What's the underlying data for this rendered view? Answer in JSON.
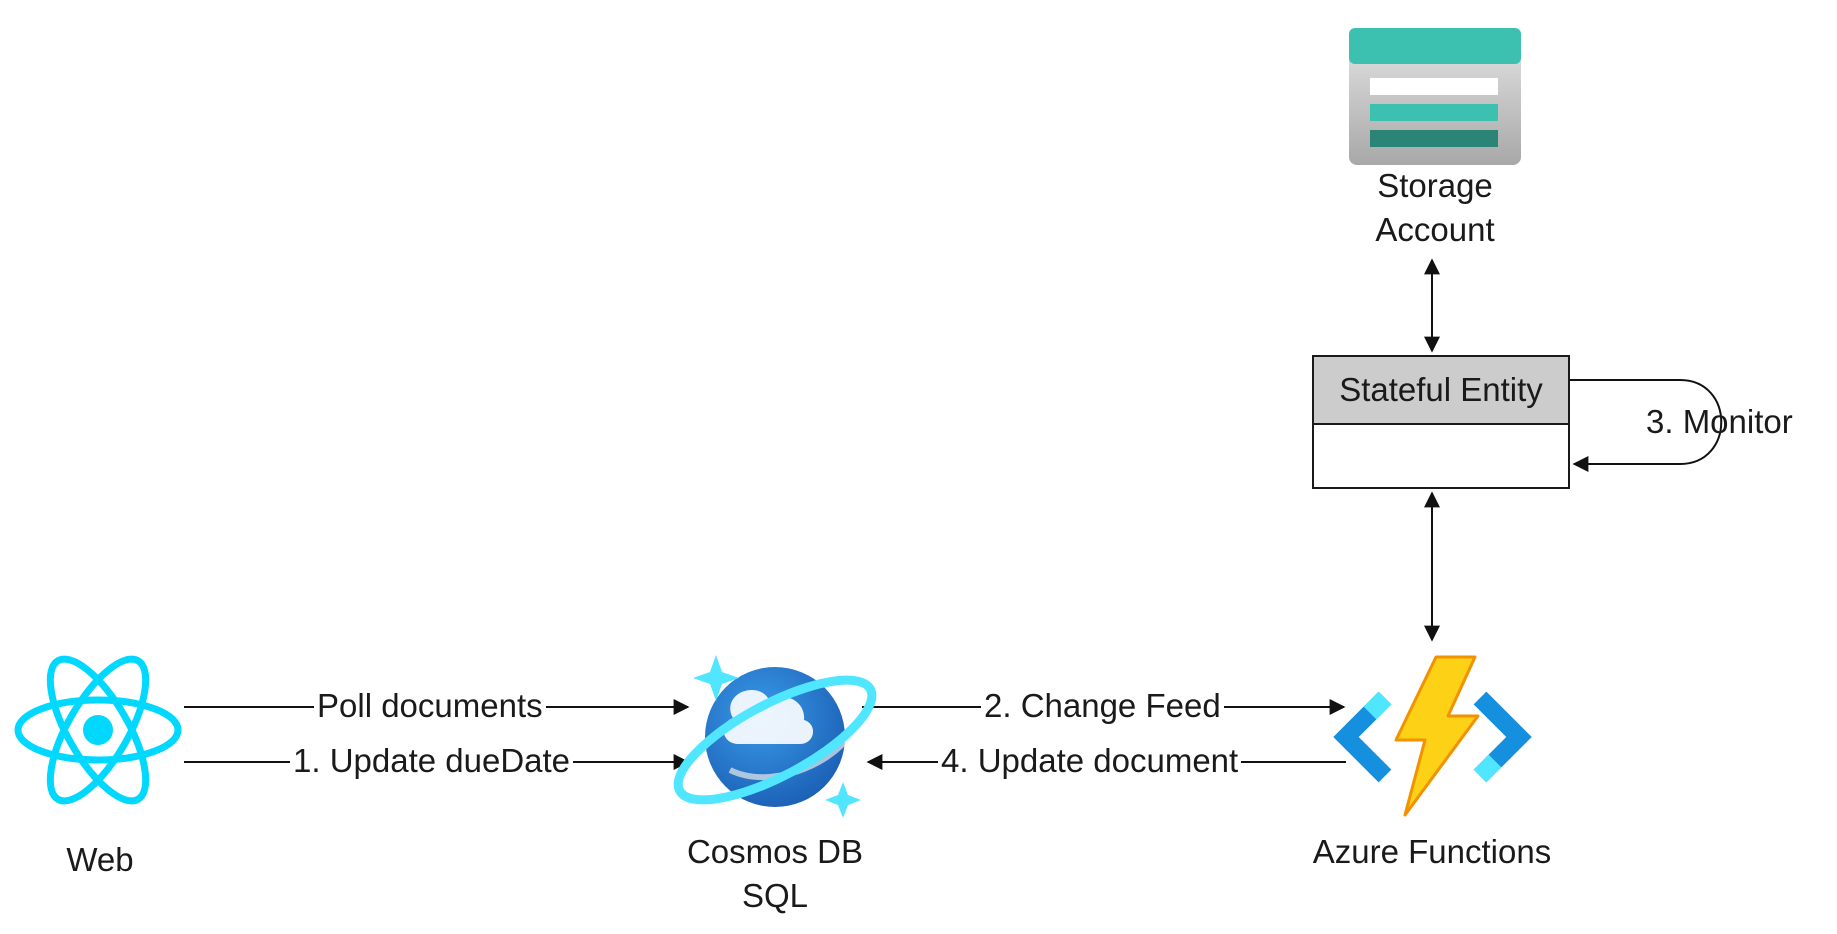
{
  "nodes": {
    "storage": {
      "label_line1": "Storage",
      "label_line2": "Account",
      "icon": "storage-account-icon"
    },
    "entity": {
      "label": "Stateful Entity"
    },
    "web": {
      "label": "Web",
      "icon": "react-atom-icon"
    },
    "cosmos": {
      "label_line1": "Cosmos DB",
      "label_line2": "SQL",
      "icon": "cosmos-db-icon"
    },
    "functions": {
      "label": "Azure Functions",
      "icon": "azure-functions-icon"
    }
  },
  "edges": {
    "poll": "Poll documents",
    "update_due": "1. Update dueDate",
    "change_feed": "2. Change Feed",
    "monitor": "3. Monitor",
    "update_doc": "4. Update document"
  },
  "colors": {
    "teal": "#3cc1b0",
    "teal_dark": "#2a8577",
    "react_cyan": "#00d8ff",
    "cosmos_blue": "#2b78d0",
    "cosmos_ring": "#50e6ff",
    "functions_yellow": "#fcd116",
    "functions_orange": "#f29200",
    "functions_blue": "#1490df",
    "entity_header": "#cccccc"
  }
}
